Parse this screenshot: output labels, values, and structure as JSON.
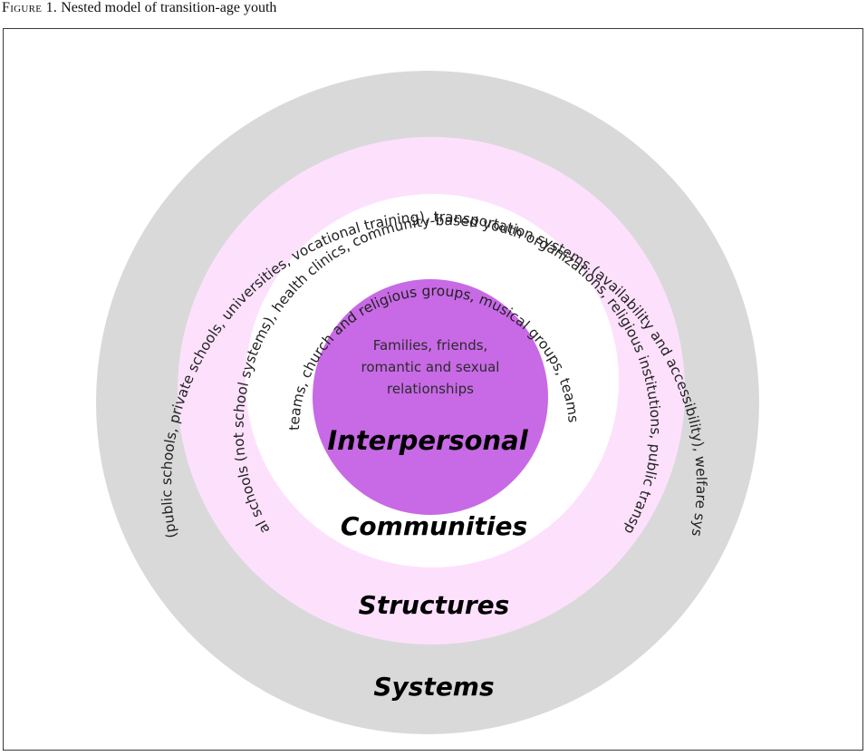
{
  "caption": {
    "lead": "Figure 1.",
    "text": " Nested model of transition-age youth"
  },
  "colors": {
    "systems_ring": "#d9d9d9",
    "structures_ring": "#fde1fc",
    "communities_ring": "#ffffff",
    "interpersonal_core": "#c869e6"
  },
  "levels": {
    "systems": {
      "label": "Systems",
      "description": "Educational systems (public schools, private schools, universities, vocational training), transportation systems (availability and accessibility), welfare systems, health systems"
    },
    "structures": {
      "label": "Structures",
      "description": "Individual schools (not school systems), health clinics, community-based youth organizations, religious institutions, public transportation"
    },
    "communities": {
      "label": "Communities",
      "description": "Sports teams, church and religious groups, musical groups, teams at work"
    },
    "interpersonal": {
      "label": "Interpersonal",
      "description_lines": [
        "Families, friends,",
        "romantic and sexual",
        "relationships"
      ]
    }
  }
}
